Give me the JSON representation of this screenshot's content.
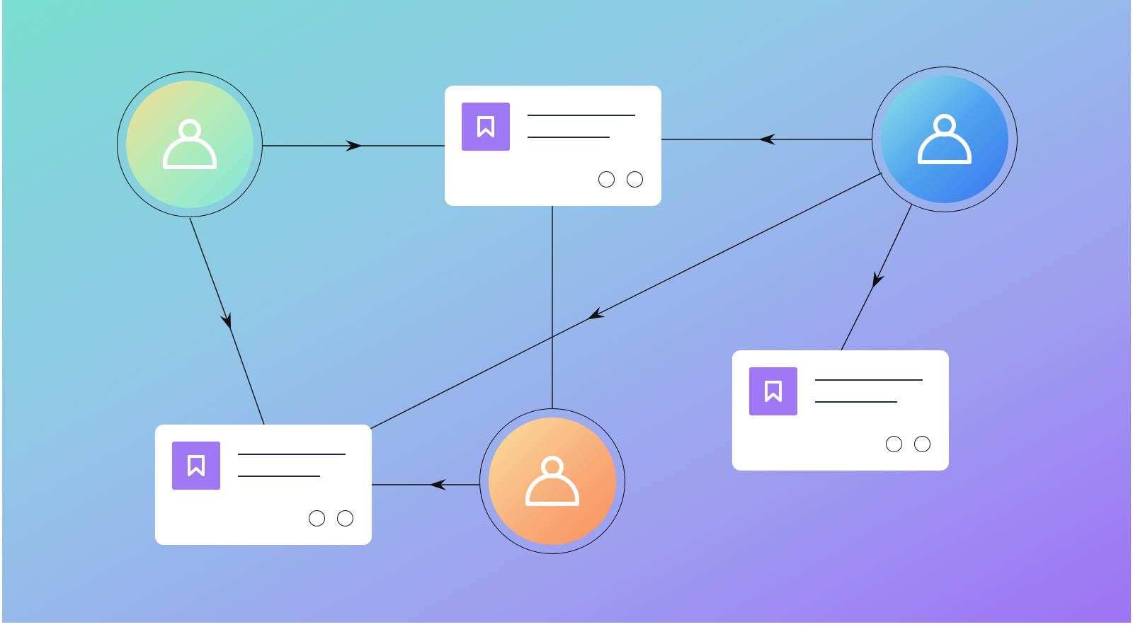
{
  "colors": {
    "background_stops": [
      "#74dcd0",
      "#8ec2e8",
      "#9a9cef",
      "#9a6cf5"
    ],
    "bookmark_tile": "#a077f5",
    "edge": "#111111",
    "card": "#ffffff"
  },
  "nodes": {
    "user_green": {
      "icon": "user-icon",
      "fill_colors": [
        "#f4dc8f",
        "#7fe6dc"
      ]
    },
    "user_blue": {
      "icon": "user-icon",
      "fill_colors": [
        "#8fe5e6",
        "#3a74f0"
      ]
    },
    "user_orange": {
      "icon": "user-icon",
      "fill_colors": [
        "#fbe09b",
        "#f7915f"
      ]
    },
    "card_top": {
      "icon": "bookmark-icon",
      "text_lines": 2,
      "dots": 2
    },
    "card_right": {
      "icon": "bookmark-icon",
      "text_lines": 2,
      "dots": 2
    },
    "card_left": {
      "icon": "bookmark-icon",
      "text_lines": 2,
      "dots": 2
    }
  },
  "edges": [
    {
      "from": "user_green",
      "to": "card_top",
      "arrow": true
    },
    {
      "from": "user_blue",
      "to": "card_top",
      "arrow": true
    },
    {
      "from": "user_green",
      "to": "card_left",
      "arrow": true
    },
    {
      "from": "user_blue",
      "to": "card_left",
      "arrow": true
    },
    {
      "from": "user_blue",
      "to": "card_right",
      "arrow": true
    },
    {
      "from": "user_orange",
      "to": "card_left",
      "arrow": true
    },
    {
      "from": "card_top",
      "to": "user_orange",
      "arrow": false
    }
  ]
}
